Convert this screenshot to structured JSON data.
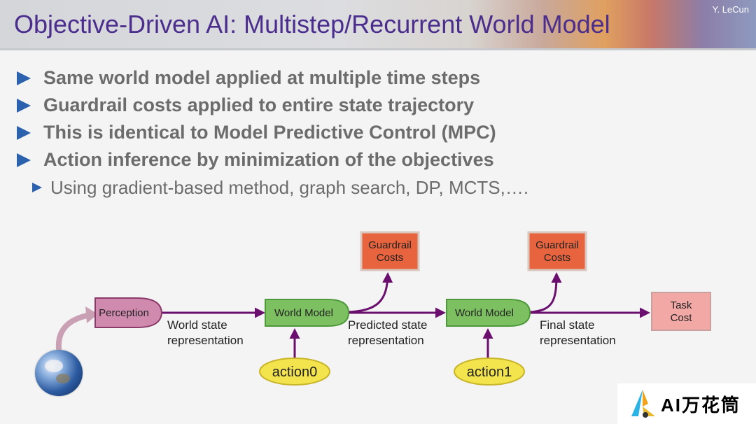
{
  "slide": {
    "title": "Objective-Driven AI: Multistep/Recurrent World Model",
    "author": "Y. LeCun",
    "bullets": [
      "Same world model applied at multiple time steps",
      "Guardrail costs applied to entire state trajectory",
      "This is identical to Model Predictive Control (MPC)",
      "Action inference by minimization of the objectives"
    ],
    "sub_bullet": "Using gradient-based method, graph search, DP, MCTS,…."
  },
  "diagram": {
    "perception": "Perception",
    "world_model_1": "World Model",
    "world_model_2": "World Model",
    "guardrail_1": [
      "Guardrail",
      "Costs"
    ],
    "guardrail_2": [
      "Guardrail",
      "Costs"
    ],
    "task_cost": [
      "Task",
      "Cost"
    ],
    "action0": "action0",
    "action1": "action1",
    "label_world_state": [
      "World state",
      "representation"
    ],
    "label_predicted_state": [
      "Predicted state",
      "representation"
    ],
    "label_final_state": [
      "Final state",
      "representation"
    ],
    "colors": {
      "perception_fill": "#cf8aae",
      "world_model_fill": "#7dc062",
      "guardrail_fill": "#e8643e",
      "task_cost_fill": "#f2a9a6",
      "action_fill": "#f3e44e",
      "arrow": "#6a0f6e"
    }
  },
  "watermark": {
    "text": "AI万花筒"
  },
  "icons": {
    "earth": "earth-globe-icon"
  }
}
